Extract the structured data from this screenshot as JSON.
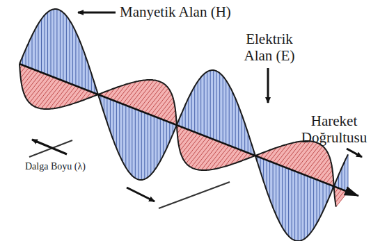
{
  "diagram": {
    "labels": [
      "Manyetik Alan (H)",
      "Elektrik Alan (E)",
      "Dalga Boyu (λ)",
      "Hareket Doğrultusu"
    ]
  }
}
